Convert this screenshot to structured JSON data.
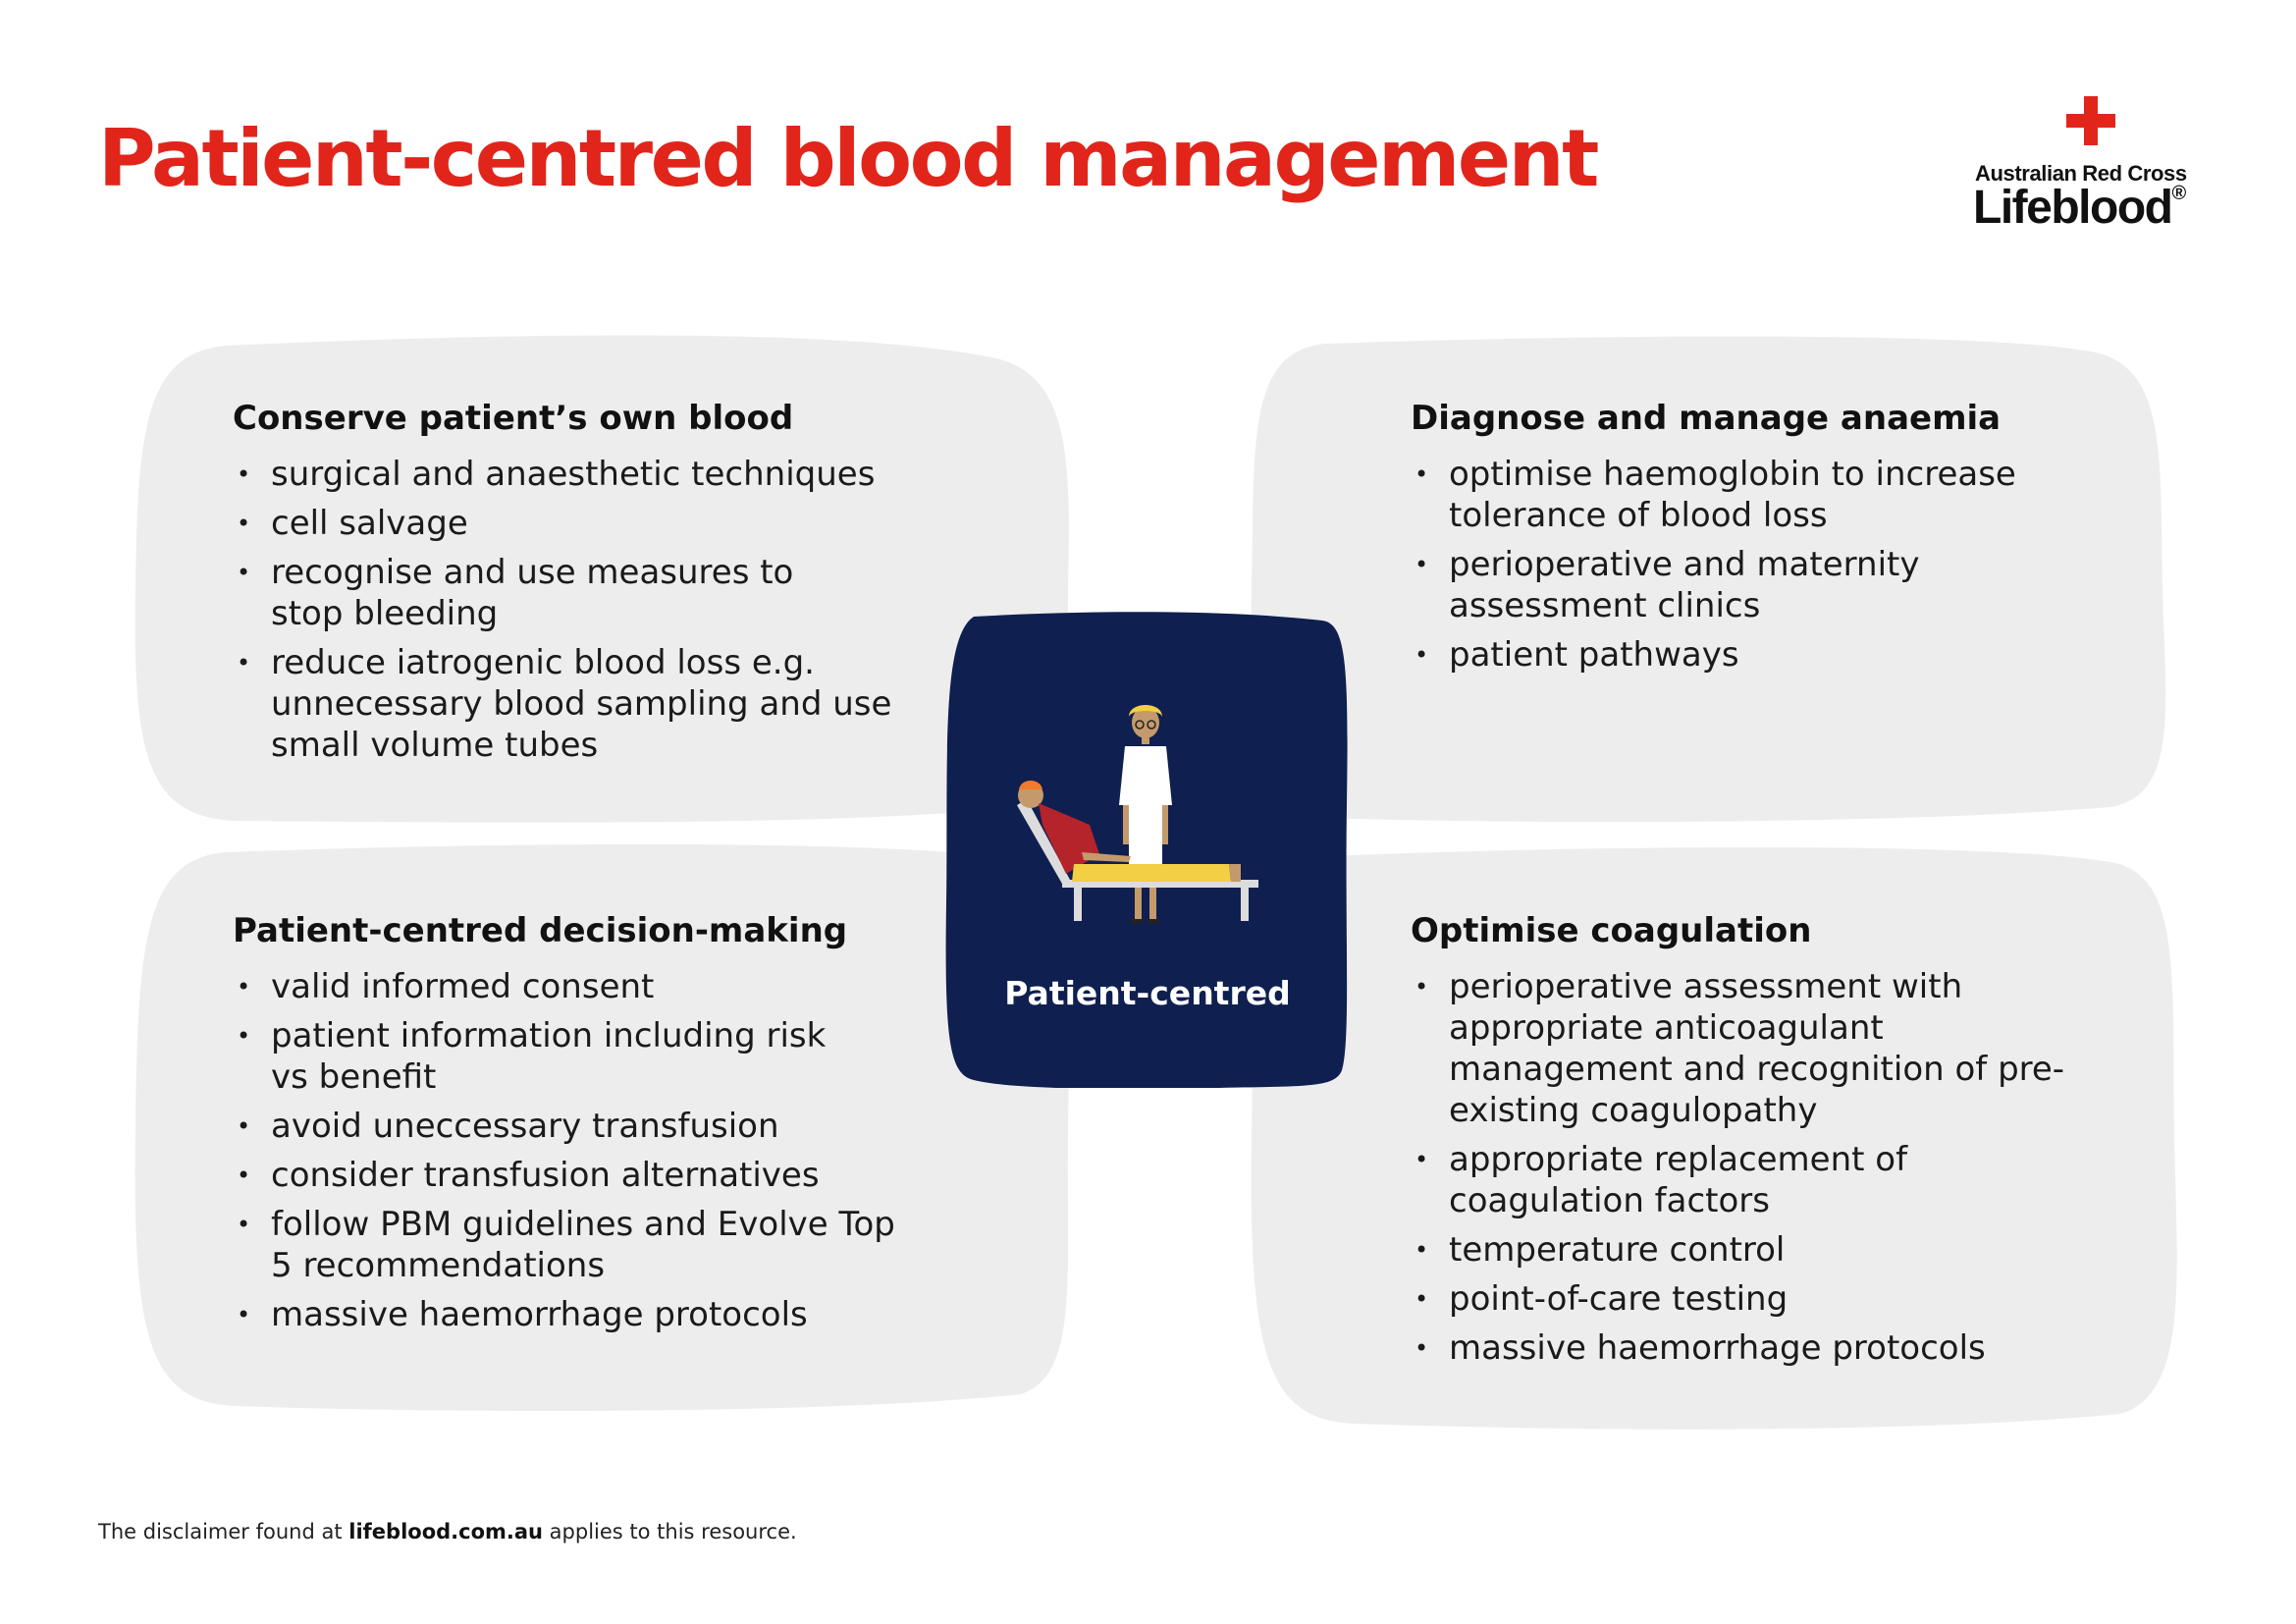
{
  "title": "Patient-centred blood management",
  "logo": {
    "org": "Australian Red Cross",
    "brand": "Lifeblood",
    "registered_mark": "®",
    "cross_color": "#e1251b"
  },
  "colors": {
    "title": "#e1251b",
    "panel": "#ededed",
    "center_card": "#0f1f4f"
  },
  "panels": [
    {
      "heading": "Conserve patient’s own blood",
      "items": [
        "surgical and anaesthetic techniques",
        "cell salvage",
        "recognise and use measures to stop bleeding",
        "reduce iatrogenic blood loss e.g. unnecessary blood sampling and use small volume tubes"
      ]
    },
    {
      "heading": "Diagnose and manage anaemia",
      "items": [
        "optimise haemoglobin to increase tolerance of blood loss",
        "perioperative and maternity assessment clinics",
        "patient pathways"
      ]
    },
    {
      "heading": "Patient-centred decision-making",
      "items": [
        "valid informed consent",
        "patient information including risk vs benefit",
        "avoid uneccessary transfusion",
        "consider transfusion alternatives",
        "follow PBM guidelines and Evolve Top 5 recommendations",
        "massive haemorrhage protocols"
      ]
    },
    {
      "heading": "Optimise coagulation",
      "items": [
        "perioperative assessment with appropriate anticoagulant management and recognition of pre-existing coagulopathy",
        "appropriate replacement of coagulation factors",
        "temperature control",
        "point-of-care testing",
        "massive haemorrhage protocols"
      ]
    }
  ],
  "center": {
    "label": "Patient-centred",
    "illustration": "nurse-and-patient-on-bed-illustration"
  },
  "footer": {
    "before": "The disclaimer found at ",
    "link": "lifeblood.com.au",
    "after": " applies to this resource."
  },
  "bullet": "•"
}
